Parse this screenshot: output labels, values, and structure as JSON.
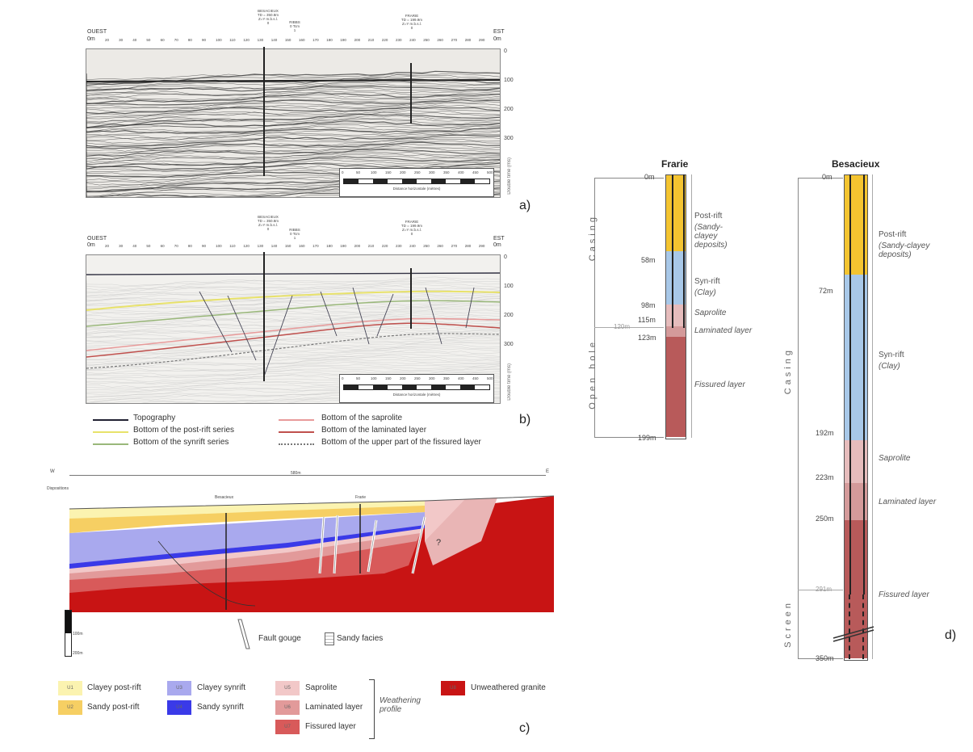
{
  "panel_letters": {
    "a": "a)",
    "b": "b)",
    "c": "c)",
    "d": "d)"
  },
  "profile_a": {
    "west": "OUEST",
    "east": "EST",
    "axis_start": "0m",
    "axis_end": "0m",
    "distance_ticks": [
      "20",
      "30",
      "40",
      "50",
      "60",
      "70",
      "80",
      "90",
      "100",
      "110",
      "120",
      "130",
      "140",
      "150",
      "160",
      "170",
      "180",
      "190",
      "200",
      "210",
      "220",
      "230",
      "240",
      "250",
      "260",
      "270",
      "280",
      "290"
    ],
    "well_besacieux": {
      "name": "BESACIEUX",
      "z": "TD = 350.8m",
      "sub": "Z=Y m.b.s.l.",
      "tick": "0"
    },
    "well_ribbs": {
      "name": "RIBBS",
      "sub": "0 Tcm",
      "tick": "1"
    },
    "well_frarie": {
      "name": "FRARIE",
      "z": "TD = 199.9m",
      "sub": "Z=Y m.b.s.l.",
      "tick": "0"
    },
    "twt_ticks": [
      "0",
      "100",
      "200",
      "300"
    ],
    "twt_label": "Double time (ms)",
    "scale_ticks": [
      "0",
      "50",
      "100",
      "150",
      "200",
      "250",
      "300",
      "350",
      "400",
      "450",
      "500"
    ],
    "scale_caption": "Distance horizontale (mètres)"
  },
  "profile_b": {
    "west": "OUEST",
    "east": "EST",
    "axis_start": "0m",
    "axis_end": "0m",
    "twt_ticks": [
      "0",
      "100",
      "200",
      "300"
    ],
    "twt_label": "Double time (ms)"
  },
  "legend_b": {
    "topography": "Topography",
    "post_rift": "Bottom of the post-rift series",
    "synrift": "Bottom of the synrift series",
    "saprolite": "Bottom of the saprolite",
    "laminated": "Bottom of the laminated layer",
    "fissured": "Bottom of the upper part of the fissured layer"
  },
  "section_c": {
    "west": "W",
    "east": "E",
    "length": "580m",
    "well_left": "Dispositions",
    "well_mid": "Besacieux",
    "well_right": "Frarie",
    "question": "?",
    "fault_gouge": "Fault gouge",
    "sandy_facies": "Sandy facies",
    "scale_top": "100m",
    "scale_bottom": "200m"
  },
  "legend_c": {
    "u1": {
      "code": "U1",
      "label": "Clayey post-rift"
    },
    "u2": {
      "code": "U2",
      "label": "Sandy post-rift"
    },
    "u3": {
      "code": "U3",
      "label": "Clayey synrift"
    },
    "u4": {
      "code": "U4",
      "label": "Sandy synrift"
    },
    "u5": {
      "code": "U5",
      "label": "Saprolite"
    },
    "u6": {
      "code": "U6",
      "label": "Laminated layer"
    },
    "u7": {
      "code": "U7",
      "label": "Fissured layer"
    },
    "u8": {
      "code": "U8",
      "label": "Unweathered granite"
    },
    "weathering": "Weathering profile"
  },
  "log_frarie": {
    "title": "Frarie",
    "casing": "Casing",
    "open_hole": "Open hole",
    "depths": [
      "0m",
      "58m",
      "98m",
      "115m",
      "123m",
      "199m"
    ],
    "water_level": "120m",
    "units": {
      "post_rift": "Post-rift",
      "post_rift_desc": "(Sandy-clayey deposits)",
      "syn_rift": "Syn-rift",
      "syn_rift_desc": "(Clay)",
      "saprolite": "Saprolite",
      "laminated": "Laminated layer",
      "fissured": "Fissured layer"
    }
  },
  "log_besacieux": {
    "title": "Besacieux",
    "casing": "Casing",
    "screen": "Screen",
    "depths": [
      "0m",
      "72m",
      "192m",
      "223m",
      "250m",
      "350m"
    ],
    "water_level": "291m",
    "units": {
      "post_rift": "Post-rift",
      "post_rift_desc": "(Sandy-clayey deposits)",
      "syn_rift": "Syn-rift",
      "syn_rift_desc": "(Clay)",
      "saprolite": "Saprolite",
      "laminated": "Laminated layer",
      "fissured": "Fissured layer"
    }
  },
  "colors": {
    "post_rift": "#f4c430",
    "syn_rift": "#a8c8e8",
    "saprolite": "#e6bcbc",
    "laminated": "#d49a9a",
    "fissured": "#b85a5a",
    "granite": "#cc1414",
    "u1": "#fbf3b0",
    "u2": "#f6cf63",
    "u3": "#a9a9ee",
    "u4": "#3a3ae8",
    "u5": "#f2c8c8",
    "u6": "#e29a9a",
    "u7": "#d85a5a",
    "u8": "#c81414"
  }
}
